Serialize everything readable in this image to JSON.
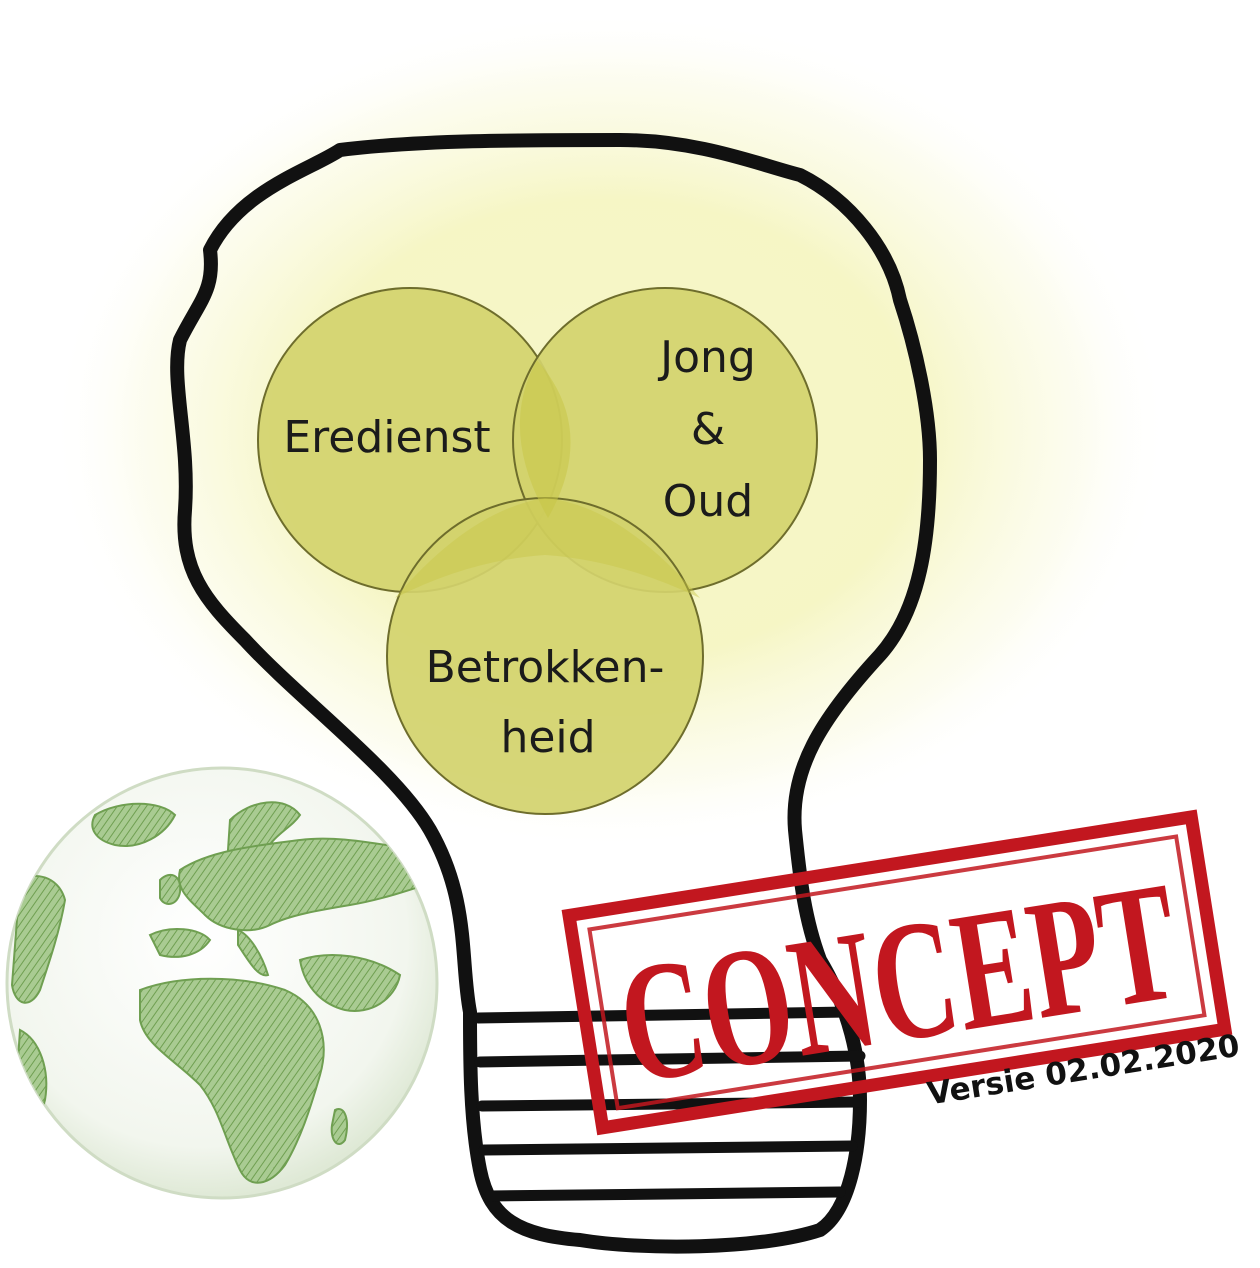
{
  "venn": {
    "circle_1": {
      "line_1": "Eredienst"
    },
    "circle_2": {
      "line_1": "Jong",
      "line_2": "&",
      "line_3": "Oud"
    },
    "circle_3": {
      "line_1": "Betrokken-",
      "line_2": "heid"
    }
  },
  "stamp": {
    "word": "CONCEPT",
    "version": "Versie 02.02.2020"
  },
  "colors": {
    "glow": "#f2f2b0",
    "circle_fill": "#d3d26c",
    "overlap_fill": "#c8c647",
    "circle_stroke": "#6e6d2c",
    "bulb_outline": "#111111",
    "globe_land": "#7fae62",
    "stamp_red": "#c2171f"
  },
  "icons": {
    "bulb": "lightbulb-outline-icon",
    "globe": "world-globe-icon",
    "stamp": "concept-stamp"
  }
}
